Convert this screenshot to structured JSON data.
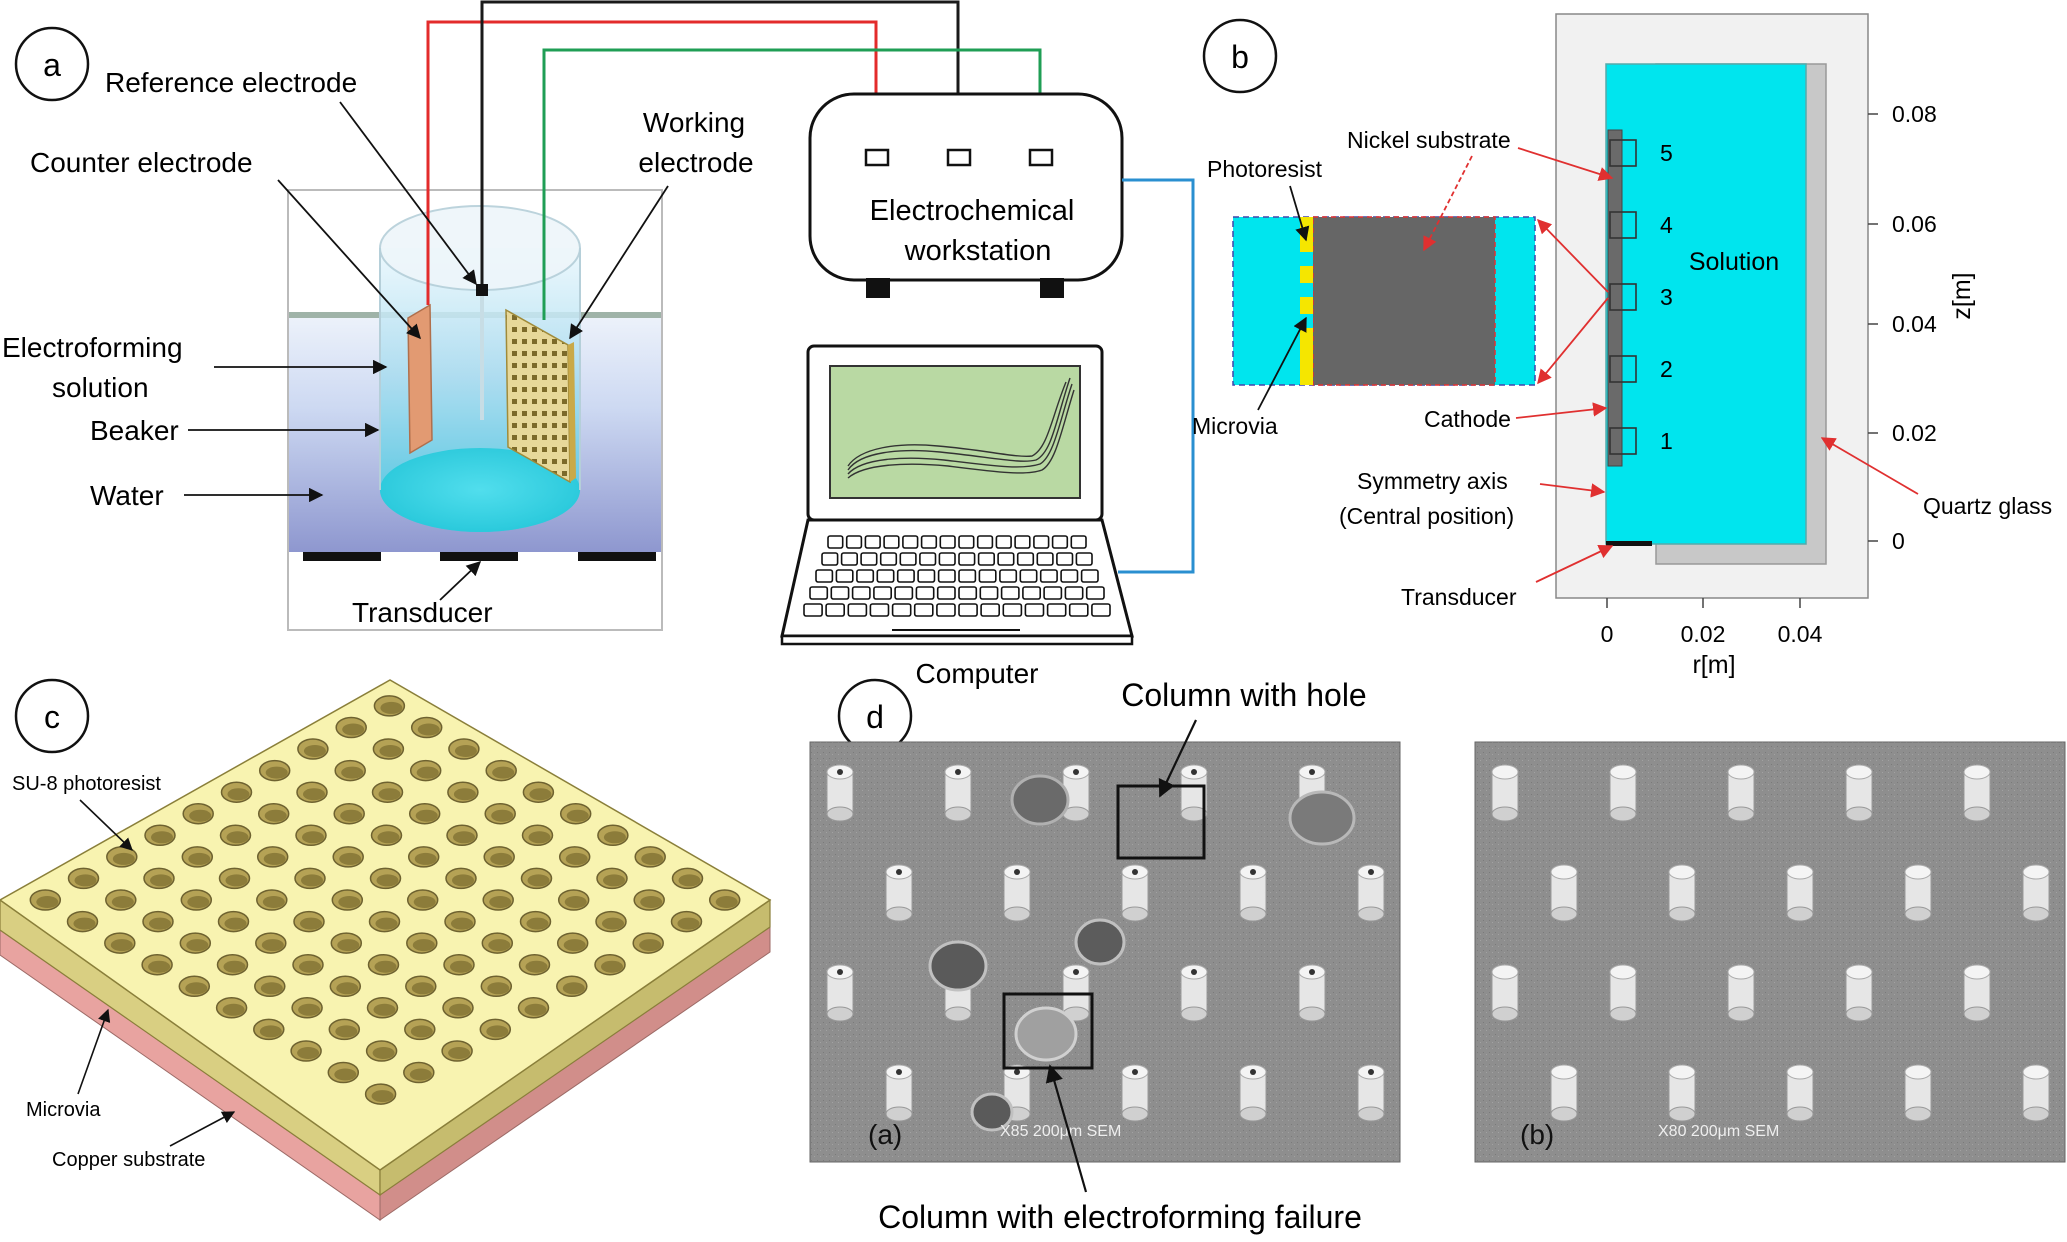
{
  "panel_a": {
    "badge": "a",
    "labels": {
      "reference": "Reference electrode",
      "counter": "Counter electrode",
      "working_1": "Working",
      "working_2": "electrode",
      "solution_1": "Electroforming",
      "solution_2": "solution",
      "beaker": "Beaker",
      "water": "Water",
      "transducer": "Transducer"
    },
    "workstation_1": "Electrochemical",
    "workstation_2": "workstation",
    "computer": "Computer",
    "colors": {
      "reference_wire": "#e32b2b",
      "counter_wire": "#1a1a1a",
      "working_wire": "#1f9e55",
      "usb_cable": "#2a8fd0",
      "screen": "#b9d9a3"
    }
  },
  "panel_b": {
    "badge": "b",
    "labels": {
      "nickel": "Nickel substrate",
      "photoresist": "Photoresist",
      "microvia": "Microvia",
      "cathode": "Cathode",
      "symmetry_1": "Symmetry axis",
      "symmetry_2": "(Central position)",
      "transducer": "Transducer",
      "solution": "Solution",
      "quartz": "Quartz  glass"
    },
    "probe_points": [
      "1",
      "2",
      "3",
      "4",
      "5"
    ],
    "z_ticks": [
      "0.08",
      "0.06",
      "0.04",
      "0.02",
      "0"
    ],
    "r_ticks": [
      "0",
      "0.02",
      "0.04"
    ],
    "z_label": "z[m]",
    "r_label": "r[m]",
    "colors": {
      "solution": "#00e5ee",
      "nickel": "#666666",
      "photoresist": "#f5e600",
      "quartz": "#c8c8c8",
      "arrow": "#e03030"
    }
  },
  "panel_c": {
    "badge": "c",
    "labels": {
      "photoresist": "SU-8 photoresist",
      "microvia": "Microvia",
      "copper": "Copper substrate"
    },
    "colors": {
      "top": "#f8f3b0",
      "side": "#d9cf82",
      "copper": "#e8a3a0"
    }
  },
  "panel_d": {
    "badge": "d",
    "labels": {
      "hole": "Column with hole",
      "failure": "Column with electroforming failure"
    },
    "left_image": {
      "tag": "(a)",
      "info": "X85  200μm       SEM"
    },
    "right_image": {
      "tag": "(b)",
      "info": "X80  200μm       SEM"
    },
    "colors": {
      "sem_bg": "#8f8f8f"
    }
  }
}
